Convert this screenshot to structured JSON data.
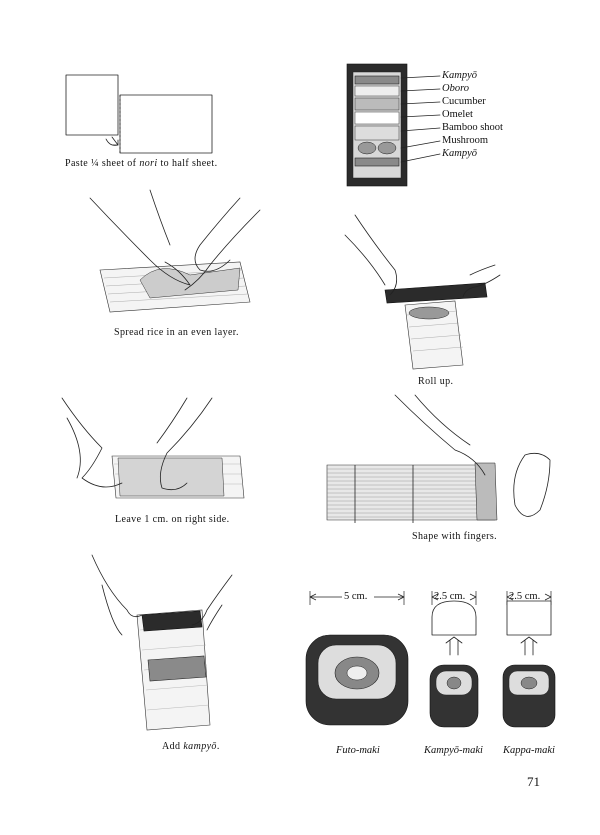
{
  "page_number": "71",
  "steps": {
    "paste": {
      "pre": "Paste ",
      "frac": "¼",
      "mid": " sheet of ",
      "nori": "nori",
      "post": " to half sheet."
    },
    "spread": "Spread rice in an even layer.",
    "rollup": "Roll up.",
    "leave": "Leave 1 cm. on right side.",
    "shape": "Shape with fingers.",
    "add": {
      "pre": "Add ",
      "term": "kampyō",
      "post": "."
    }
  },
  "ingredients": [
    "Kampyō",
    "Oboro",
    "Cucumber",
    "Omelet",
    "Bamboo shoot",
    "Mushroom",
    "Kampyō"
  ],
  "sizes": {
    "futo": {
      "dim": "5 cm.",
      "name": "Futo-maki"
    },
    "kampyo": {
      "dim": "2.5 cm.",
      "name": "Kampyō-maki"
    },
    "kappa": {
      "dim": "2.5 cm.",
      "name": "Kappa-maki"
    }
  }
}
